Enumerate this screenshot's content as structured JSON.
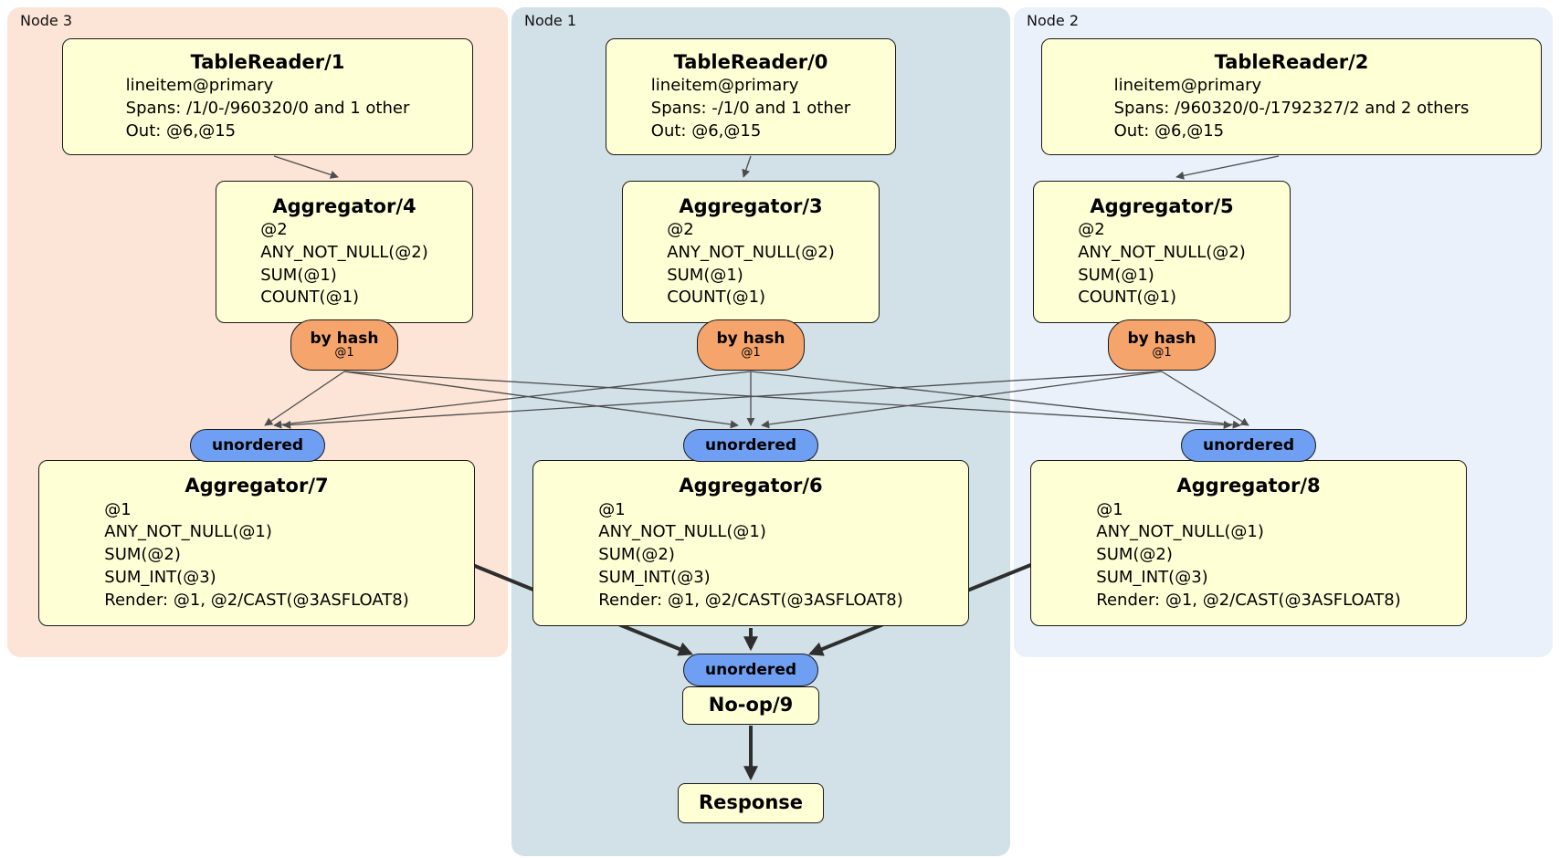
{
  "colors": {
    "node3_bg": "#fce4d6",
    "node1_bg": "#d2e0e8",
    "node2_bg": "#eaf1fb",
    "box_bg": "#ffffd6",
    "hash_oval_bg": "#f5a56c",
    "unordered_oval_bg": "#6e9ff2",
    "border": "#1a1a1a"
  },
  "regions": {
    "node3": {
      "label": "Node 3"
    },
    "node1": {
      "label": "Node 1"
    },
    "node2": {
      "label": "Node 2"
    }
  },
  "boxes": {
    "tablereader1": {
      "title": "TableReader/1",
      "lines": [
        "lineitem@primary",
        "Spans: /1/0-/960320/0 and 1 other",
        "Out: @6,@15"
      ]
    },
    "tablereader0": {
      "title": "TableReader/0",
      "lines": [
        "lineitem@primary",
        "Spans: -/1/0 and 1 other",
        "Out: @6,@15"
      ]
    },
    "tablereader2": {
      "title": "TableReader/2",
      "lines": [
        "lineitem@primary",
        "Spans: /960320/0-/1792327/2 and 2 others",
        "Out: @6,@15"
      ]
    },
    "aggregator4": {
      "title": "Aggregator/4",
      "lines": [
        "@2",
        "ANY_NOT_NULL(@2)",
        "SUM(@1)",
        "COUNT(@1)"
      ]
    },
    "aggregator3": {
      "title": "Aggregator/3",
      "lines": [
        "@2",
        "ANY_NOT_NULL(@2)",
        "SUM(@1)",
        "COUNT(@1)"
      ]
    },
    "aggregator5": {
      "title": "Aggregator/5",
      "lines": [
        "@2",
        "ANY_NOT_NULL(@2)",
        "SUM(@1)",
        "COUNT(@1)"
      ]
    },
    "aggregator7": {
      "title": "Aggregator/7",
      "lines": [
        "@1",
        "ANY_NOT_NULL(@1)",
        "SUM(@2)",
        "SUM_INT(@3)",
        "Render: @1, @2/CAST(@3ASFLOAT8)"
      ]
    },
    "aggregator6": {
      "title": "Aggregator/6",
      "lines": [
        "@1",
        "ANY_NOT_NULL(@1)",
        "SUM(@2)",
        "SUM_INT(@3)",
        "Render: @1, @2/CAST(@3ASFLOAT8)"
      ]
    },
    "aggregator8": {
      "title": "Aggregator/8",
      "lines": [
        "@1",
        "ANY_NOT_NULL(@1)",
        "SUM(@2)",
        "SUM_INT(@3)",
        "Render: @1, @2/CAST(@3ASFLOAT8)"
      ]
    },
    "noop9": {
      "title": "No-op/9",
      "lines": []
    },
    "response": {
      "title": "Response",
      "lines": []
    }
  },
  "ovals": {
    "hash_label": "by hash",
    "hash_sub": "@1",
    "unordered_label": "unordered"
  }
}
